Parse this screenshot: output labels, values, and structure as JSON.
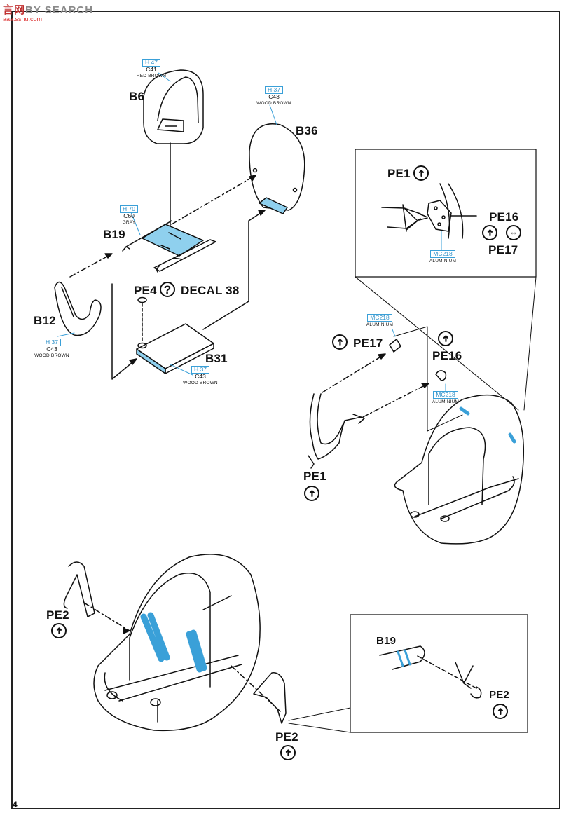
{
  "watermark": {
    "title_red": "言网",
    "title_gray": "BY SEARCH",
    "subtitle": "aaa.sshu.com"
  },
  "page_number": "4",
  "parts": {
    "b6": "B6",
    "b36": "B36",
    "b19": "B19",
    "b12": "B12",
    "b31": "B31",
    "pe4": "PE4",
    "decal": "DECAL 38",
    "pe1_inset": "PE1",
    "pe16_inset": "PE16",
    "pe17_inset": "PE17",
    "pe17": "PE17",
    "pe16": "PE16",
    "pe1": "PE1",
    "pe2_left": "PE2",
    "pe2_bottom": "PE2",
    "b19_inset": "B19",
    "pe2_inset": "PE2"
  },
  "colors": {
    "b6": {
      "code": "H 47",
      "sub": "C41",
      "name": "RED BROWN"
    },
    "b36": {
      "code": "H 37",
      "sub": "C43",
      "name": "WOOD BROWN"
    },
    "b19": {
      "code": "H 70",
      "sub": "C60",
      "name": "GRAY"
    },
    "b12": {
      "code": "H 37",
      "sub": "C43",
      "name": "WOOD BROWN"
    },
    "b31": {
      "code": "H 37",
      "sub": "C43",
      "name": "WOOD BROWN"
    },
    "pe17_mc": {
      "code": "MC218",
      "name": "ALUMINIUM"
    },
    "pe16_mc": {
      "code": "MC218",
      "name": "ALUMINIUM"
    },
    "inset_mc": {
      "code": "MC218",
      "name": "ALUMINIUM"
    }
  },
  "symbols": {
    "question": "?"
  },
  "palette": {
    "accent_blue": "#3aa0d8",
    "fill_blue": "#8fd0ee"
  }
}
